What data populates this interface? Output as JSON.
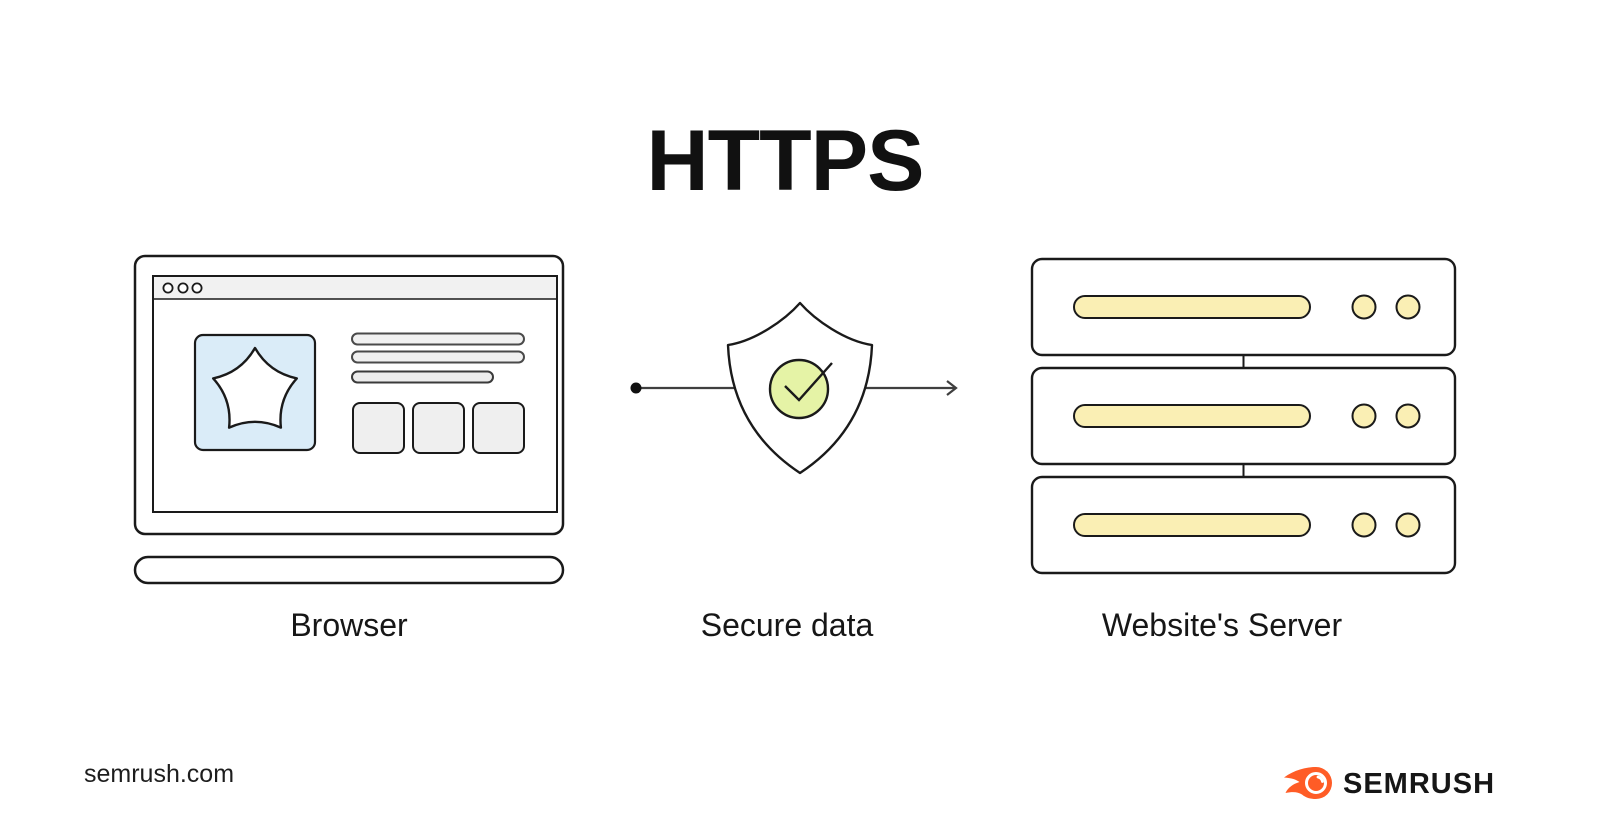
{
  "page": {
    "title": "HTTPS",
    "background": "#ffffff"
  },
  "diagram": {
    "nodes": [
      {
        "id": "browser",
        "label": "Browser",
        "icon": "browser-laptop-icon"
      },
      {
        "id": "secure_data",
        "label": "Secure data",
        "icon": "shield-check-icon"
      },
      {
        "id": "server",
        "label": "Website's Server",
        "icon": "server-stack-icon"
      }
    ],
    "connector": {
      "from": "browser",
      "to": "server",
      "style": "dot-to-arrow-through-shield"
    }
  },
  "footer": {
    "site_url": "semrush.com",
    "brand": "SEMRUSH",
    "brand_icon": "semrush-flame-icon"
  },
  "colors": {
    "outline": "#1a1a1a",
    "line_gray": "#3f3f3f",
    "surface_gray": "#f1f1f1",
    "light_blue": "#daecf8",
    "pale_yellow": "#faefb4",
    "pale_green": "#e5f3a6",
    "brand_orange": "#ff5c26",
    "background": "#ffffff"
  }
}
